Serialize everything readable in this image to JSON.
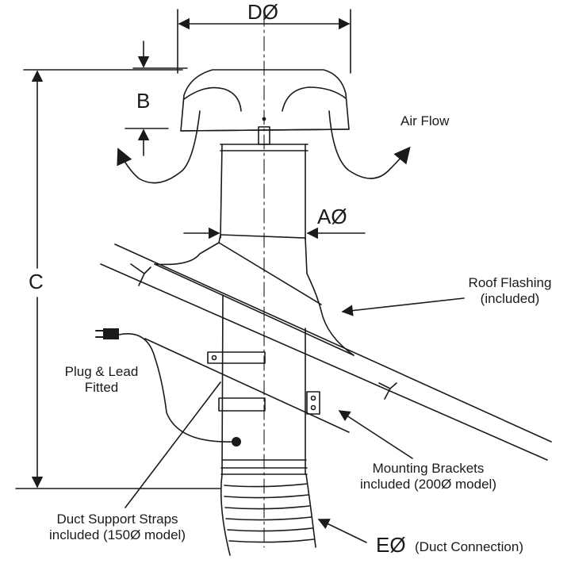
{
  "dimensions": {
    "d": "DØ",
    "b": "B",
    "a": "AØ",
    "c": "C",
    "e": "EØ"
  },
  "labels": {
    "air_flow": "Air Flow",
    "roof_flashing_line1": "Roof Flashing",
    "roof_flashing_line2": "(included)",
    "plug_line1": "Plug & Lead",
    "plug_line2": "Fitted",
    "brackets_line1": "Mounting Brackets",
    "brackets_line2": "included (200Ø model)",
    "straps_line1": "Duct Support Straps",
    "straps_line2": "included (150Ø model)",
    "duct_connection": "(Duct Connection)"
  },
  "colors": {
    "line": "#1a1a1a",
    "background": "#ffffff"
  }
}
